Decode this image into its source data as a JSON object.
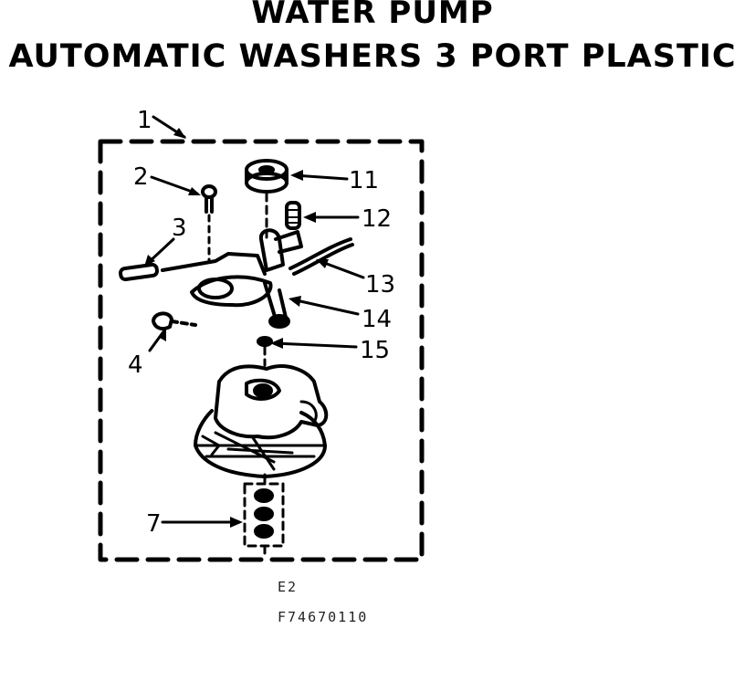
{
  "title": "WATER PUMP",
  "subtitle": "AUTOMATIC WASHERS 3 PORT PLASTIC",
  "callouts": {
    "c1": "1",
    "c2": "2",
    "c3": "3",
    "c4": "4",
    "c7": "7",
    "c11": "11",
    "c12": "12",
    "c13": "13",
    "c14": "14",
    "c15": "15"
  },
  "footer": {
    "code1": "E2",
    "code2": "F74670110"
  }
}
